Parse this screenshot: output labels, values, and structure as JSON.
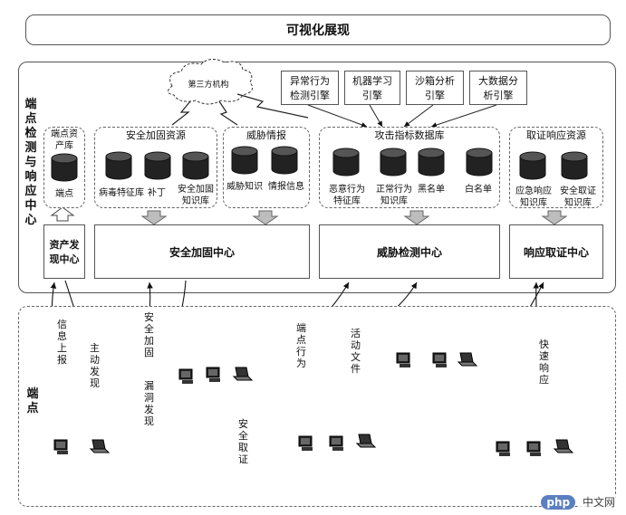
{
  "title": "可视化展现",
  "edr_section_label": "端点检测与响应中心",
  "endpoint_section_label": "端点",
  "third_party": "第三方机构",
  "engines": [
    "异常行为\n检测引擎",
    "机器学习\n引擎",
    "沙箱分析\n引擎",
    "大数据分\n析引擎"
  ],
  "groups": {
    "asset": {
      "title": "端点资\n产库",
      "items": [
        "端点"
      ]
    },
    "hardening": {
      "title": "安全加固资源",
      "items": [
        "病毒特征库",
        "补丁",
        "安全加固\n知识库"
      ]
    },
    "threat_intel": {
      "title": "威胁情报",
      "items": [
        "威胁知识",
        "情报信息"
      ]
    },
    "ioc": {
      "title": "攻击指标数据库",
      "items": [
        "恶意行为\n特征库",
        "正常行为\n知识库",
        "黑名单",
        "白名单"
      ]
    },
    "forensics": {
      "title": "取证响应资源",
      "items": [
        "应急响应\n知识库",
        "安全取证\n知识库"
      ]
    }
  },
  "centers": {
    "asset_discovery": "资产发\n现中心",
    "hardening": "安全加固中心",
    "threat_detection": "威胁检测中心",
    "response": "响应取证中心"
  },
  "flows": {
    "info_report": "信息上报",
    "active_discovery": "主动发现",
    "hardening": "安全加固",
    "vuln_discovery": "漏洞发现",
    "endpoint_behavior": "端点行为",
    "activity_files": "活动文件",
    "forensics": "安全取证",
    "fast_response": "快速响应"
  },
  "watermark": {
    "logo": "php",
    "text": "中文网"
  },
  "colors": {
    "border": "#555555",
    "cylinder": "#222222",
    "arrow_fill": "#bdbdbd"
  },
  "icon_names": [
    "database-icon",
    "computer-icon",
    "laptop-icon",
    "cloud-icon",
    "lightning-icon"
  ]
}
